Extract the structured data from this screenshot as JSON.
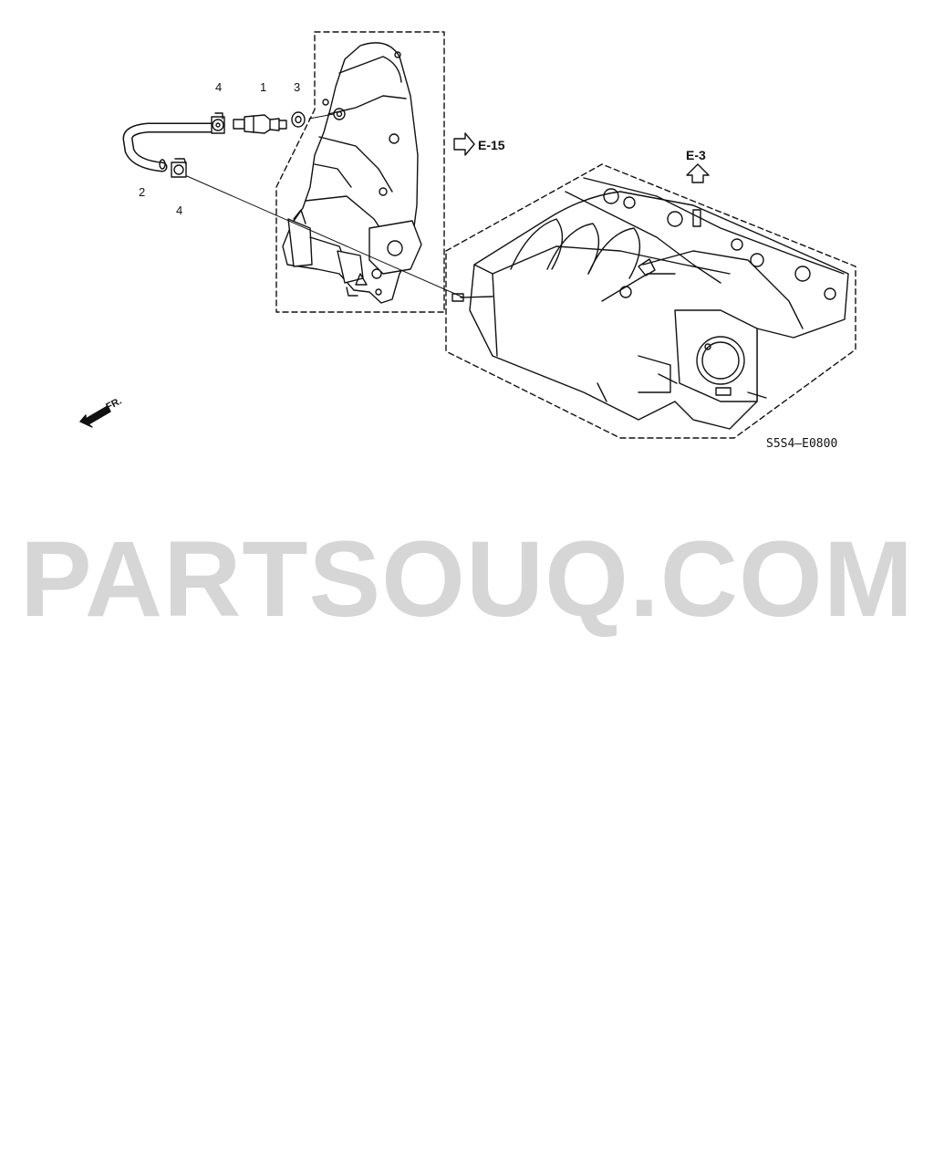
{
  "callouts": {
    "p1": "1",
    "p2": "2",
    "p3": "3",
    "p4_top": "4",
    "p4_bottom": "4"
  },
  "references": {
    "e15": "E-15",
    "e3": "E-3"
  },
  "front_marker": "FR.",
  "diagram_code": "S5S4—E0800",
  "watermark": "PARTSOUQ.COM"
}
